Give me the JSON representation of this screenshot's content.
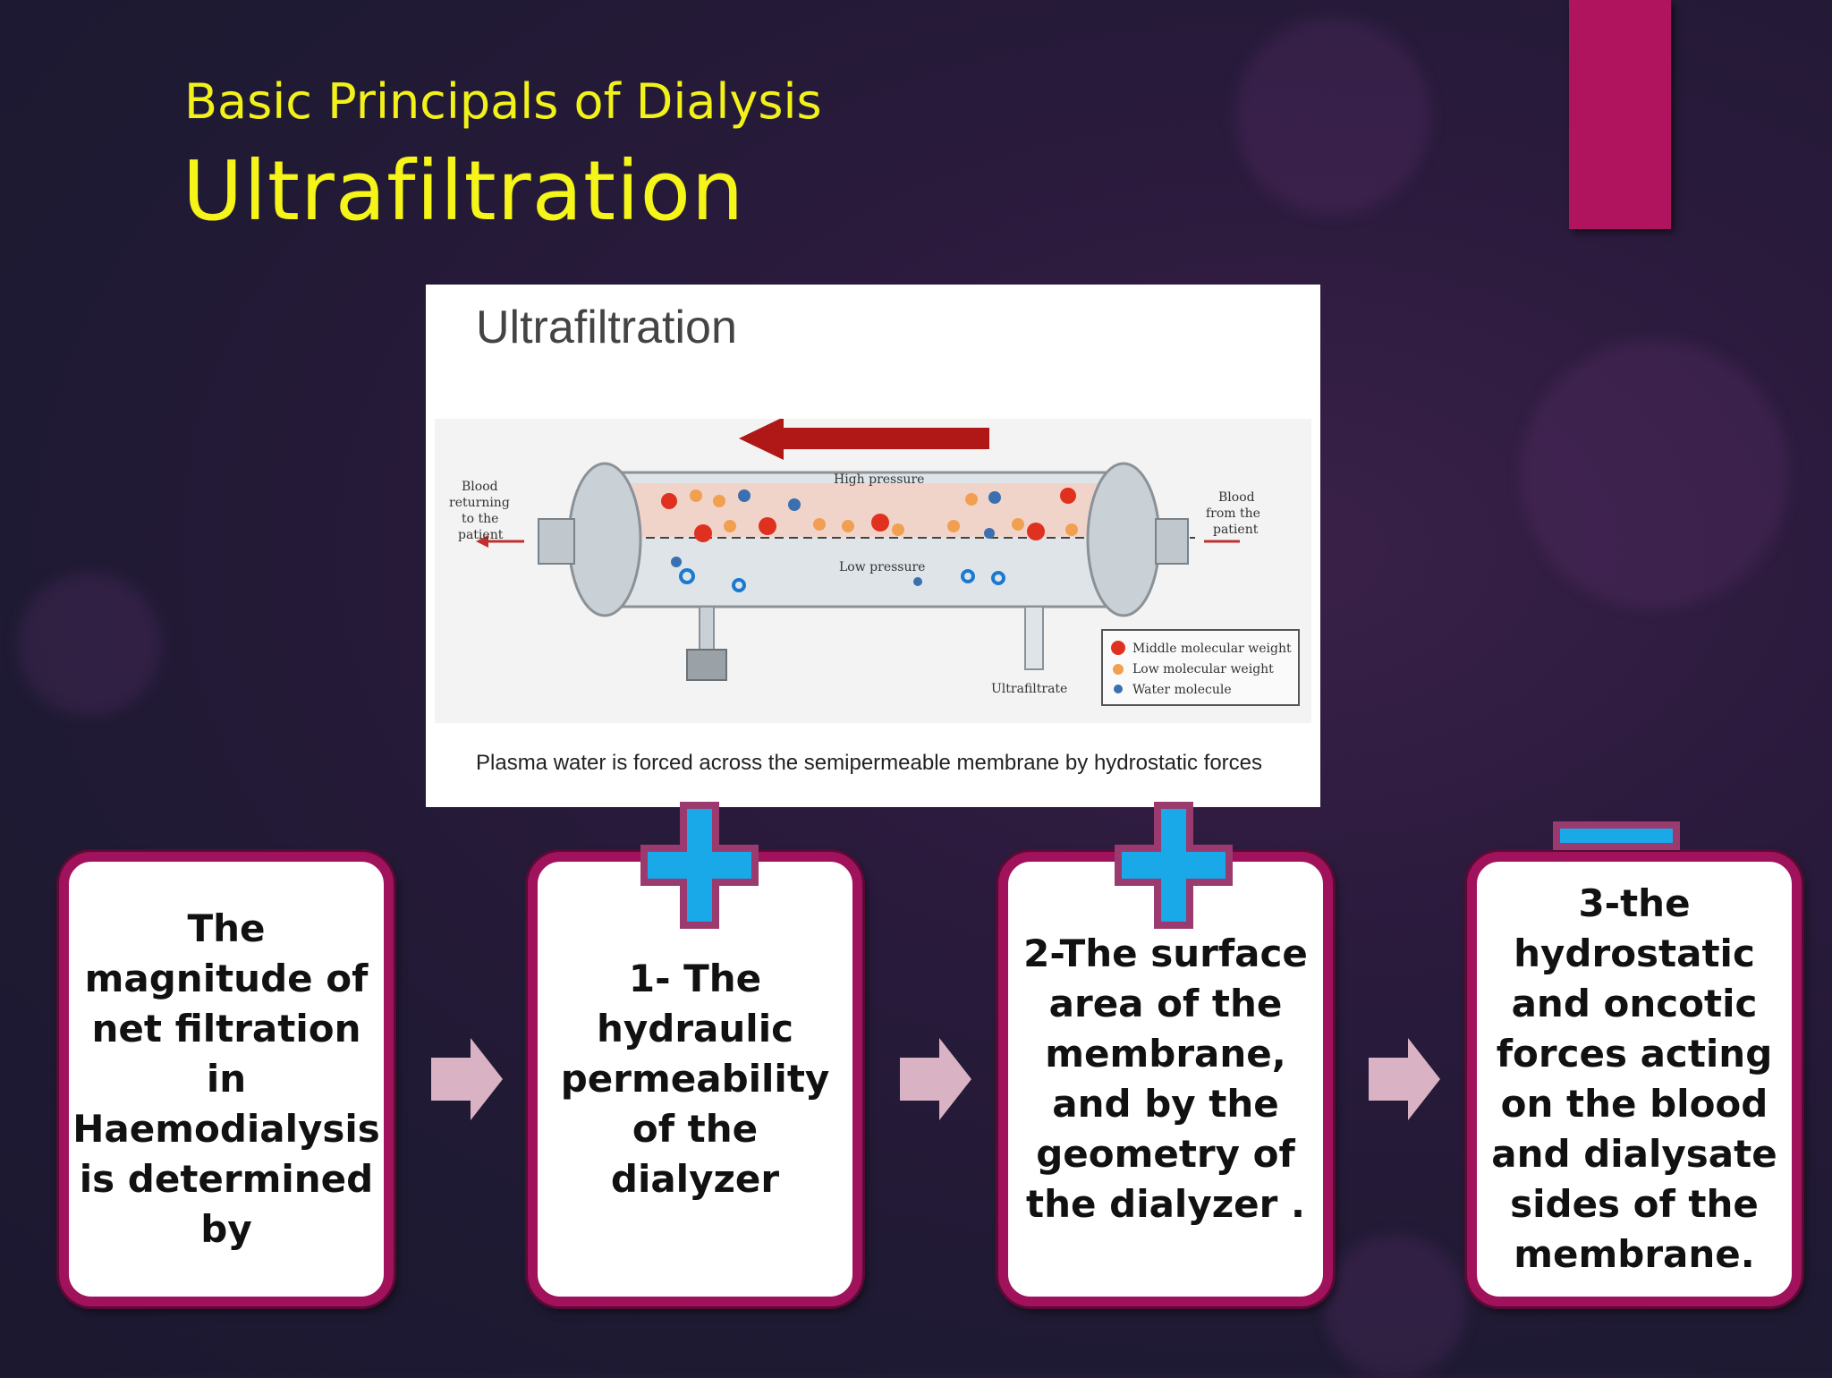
{
  "slide": {
    "subtitle": "Basic Principals of Dialysis",
    "title": "Ultrafiltration"
  },
  "figure": {
    "title": "Ultrafiltration",
    "caption": "Plasma water is forced across the semipermeable membrane by hydrostatic forces",
    "label_blood_returning": [
      "Blood",
      "returning",
      "to the",
      "patient"
    ],
    "label_blood_from": [
      "Blood",
      "from the",
      "patient"
    ],
    "label_high_pressure": "High pressure",
    "label_low_pressure": "Low pressure",
    "label_ultrafiltrate": "Ultrafiltrate",
    "legend": [
      {
        "label": "Middle molecular weight",
        "color": "#e03020"
      },
      {
        "label": "Low molecular weight",
        "color": "#f0a050"
      },
      {
        "label": "Water molecule",
        "color": "#3a6fb0"
      }
    ]
  },
  "flow": {
    "boxes": [
      "The magnitude of net filtration in Haemodialysis is determined by",
      "1- The hydraulic permeability of the dialyzer",
      "2-The surface area of the membrane, and by the geometry of the dialyzer .",
      "3-the hydrostatic and oncotic forces acting on the blood and dialysate sides of the membrane."
    ],
    "signs": [
      "plus",
      "plus",
      "minus"
    ]
  },
  "colors": {
    "accent": "#b0145f",
    "title_yellow": "#f5f51a",
    "box_border": "#a0125c",
    "sign_blue": "#19a8e8",
    "arrow_pink": "#d9b3c4"
  }
}
